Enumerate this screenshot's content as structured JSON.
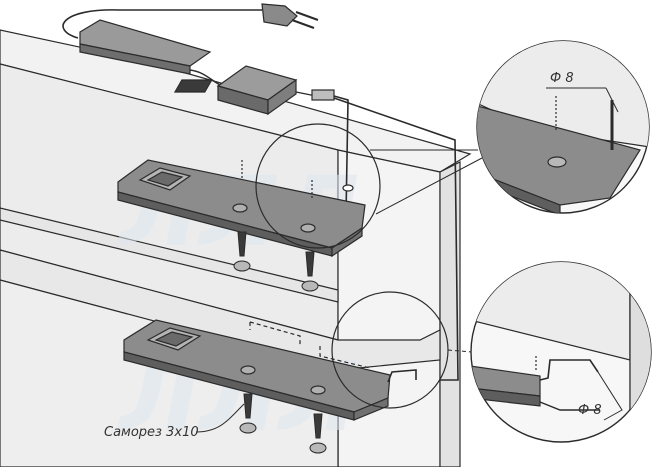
{
  "labels": {
    "diameter_top": "Ф 8",
    "diameter_bottom": "Ф 8",
    "screw_caption": "Саморез 3х10"
  },
  "watermark": "ЛЛЛ",
  "colors": {
    "line": "#2b2b2b",
    "panel": "#ebebeb",
    "light_body": "#8c8c8c",
    "light_dark": "#5e5e5e",
    "watermark": "#c9d8e4"
  }
}
